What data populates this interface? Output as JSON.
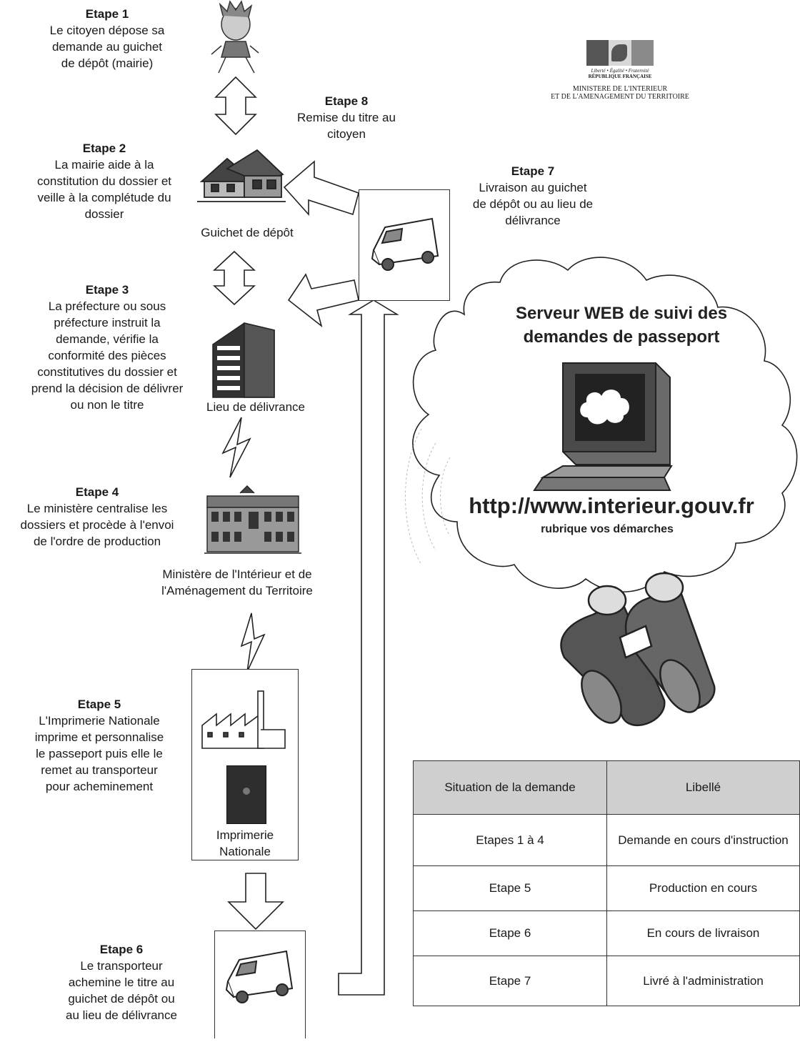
{
  "steps": [
    {
      "id": "1",
      "title": "Etape 1",
      "lines": [
        "Le citoyen dépose sa",
        "demande au guichet",
        "de dépôt (mairie)"
      ]
    },
    {
      "id": "2",
      "title": "Etape 2",
      "lines": [
        "La mairie aide à la",
        "constitution du dossier et",
        "veille à la complétude du",
        "dossier"
      ]
    },
    {
      "id": "3",
      "title": "Etape 3",
      "lines": [
        "La préfecture ou sous",
        "préfecture instruit la",
        "demande, vérifie la",
        "conformité des pièces",
        "constitutives du dossier et",
        "prend la décision de délivrer",
        "ou non le titre"
      ]
    },
    {
      "id": "4",
      "title": "Etape 4",
      "lines": [
        "Le ministère centralise les",
        "dossiers et procède à l'envoi",
        "de l'ordre de production"
      ]
    },
    {
      "id": "5",
      "title": "Etape 5",
      "lines": [
        "L'Imprimerie Nationale",
        "imprime et personnalise",
        "le passeport puis elle le",
        "remet au transporteur",
        "pour acheminement"
      ]
    },
    {
      "id": "6",
      "title": "Etape 6",
      "lines": [
        "Le transporteur",
        "achemine le titre au",
        "guichet de dépôt ou",
        "au lieu de délivrance"
      ]
    },
    {
      "id": "7",
      "title": "Etape 7",
      "lines": [
        "Livraison au guichet",
        "de dépôt ou au lieu de",
        "délivrance"
      ]
    },
    {
      "id": "8",
      "title": "Etape 8",
      "lines": [
        "Remise du titre au",
        "citoyen"
      ]
    }
  ],
  "captions": {
    "guichet": "Guichet de dépôt",
    "lieu": "Lieu de délivrance",
    "ministere": [
      "Ministère de l'Intérieur et de",
      "l'Aménagement du Territoire"
    ],
    "imprimerie": [
      "Imprimerie",
      "Nationale"
    ]
  },
  "logo": {
    "motto": "Liberté • Égalité • Fraternité",
    "republic": "RÉPUBLIQUE FRANÇAISE",
    "ministry": [
      "MINISTERE DE L'INTERIEUR",
      "ET DE L'AMENAGEMENT DU TERRITOIRE"
    ]
  },
  "cloud": {
    "title": [
      "Serveur WEB de suivi des",
      "demandes de passeport"
    ],
    "url": "http://www.interieur.gouv.fr",
    "rubric": "rubrique vos démarches"
  },
  "table": {
    "headers": [
      "Situation de la demande",
      "Libellé"
    ],
    "rows": [
      [
        "Etapes 1 à 4",
        "Demande en cours d'instruction"
      ],
      [
        "Etape 5",
        "Production en cours"
      ],
      [
        "Etape 6",
        "En cours de livraison"
      ],
      [
        "Etape 7",
        "Livré à l'administration"
      ]
    ]
  },
  "colors": {
    "ink": "#1a1a1a",
    "header_fill": "#cfcfcf",
    "flag_blue": "#555555",
    "flag_red": "#8a8a8a"
  },
  "icons": [
    "citizen-icon",
    "town-hall-icon",
    "prefecture-building-icon",
    "ministry-building-icon",
    "factory-icon",
    "passport-icon",
    "van-icon",
    "computer-icon",
    "binoculars-icon",
    "lightning-icon"
  ]
}
